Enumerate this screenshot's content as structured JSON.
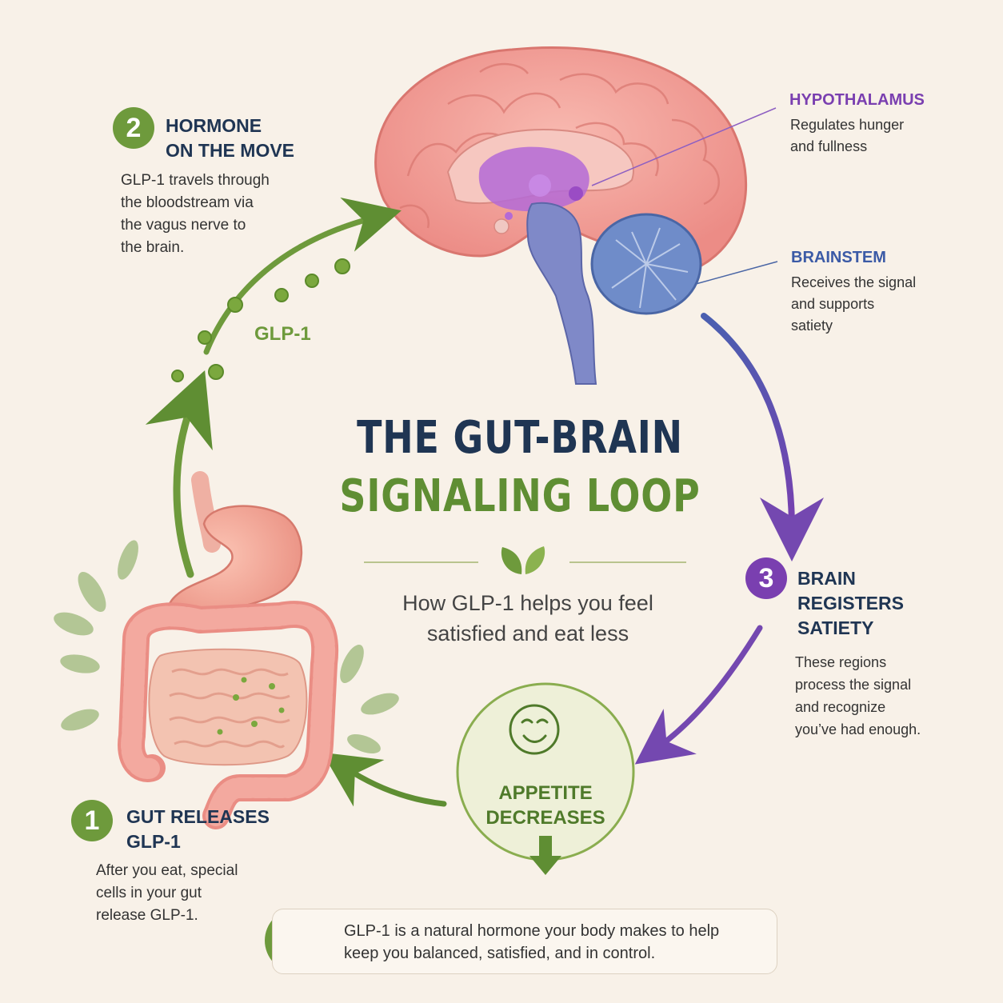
{
  "title": {
    "line1": "THE GUT-BRAIN",
    "line2": "SIGNALING LOOP"
  },
  "subtitle": {
    "line1": "How GLP-1 helps you feel",
    "line2": "satisfied and eat less"
  },
  "steps": [
    {
      "number": "1",
      "title_line1": "GUT RELEASES",
      "title_line2": "GLP-1",
      "body": [
        "After you eat, special",
        "cells in your gut",
        "release GLP-1."
      ]
    },
    {
      "number": "2",
      "title_line1": "HORMONE",
      "title_line2": "ON THE MOVE",
      "body": [
        "GLP-1 travels through",
        "the bloodstream via",
        "the vagus nerve to",
        "the brain."
      ]
    },
    {
      "number": "3",
      "title_lines": [
        "BRAIN",
        "REGISTERS",
        "SATIETY"
      ],
      "body": [
        "These regions",
        "process the signal",
        "and recognize",
        "you’ve had enough."
      ]
    }
  ],
  "regions": {
    "hypothalamus": {
      "title": "HYPOTHALAMUS",
      "body": [
        "Regulates hunger",
        "and fullness"
      ]
    },
    "brainstem": {
      "title": "BRAINSTEM",
      "body": [
        "Receives the signal",
        "and supports",
        "satiety"
      ]
    }
  },
  "glp1_label": "GLP-1",
  "appetite": {
    "line1": "APPETITE",
    "line2": "DECREASES"
  },
  "info": {
    "line1": "GLP-1 is a natural hormone your body makes to help",
    "line2": "keep you balanced, satisfied, and in control."
  },
  "colors": {
    "green": "#6e9a3c",
    "dark_green": "#4f7a2a",
    "purple": "#7a3fb0",
    "blue": "#3b5aa6",
    "navy": "#1f3553",
    "brain_pink": "#f2a19a",
    "background": "#f8f1e8"
  },
  "icons": [
    "leaf-icon",
    "smiley-face-icon",
    "down-arrow-icon",
    "leaf-badge-icon"
  ]
}
